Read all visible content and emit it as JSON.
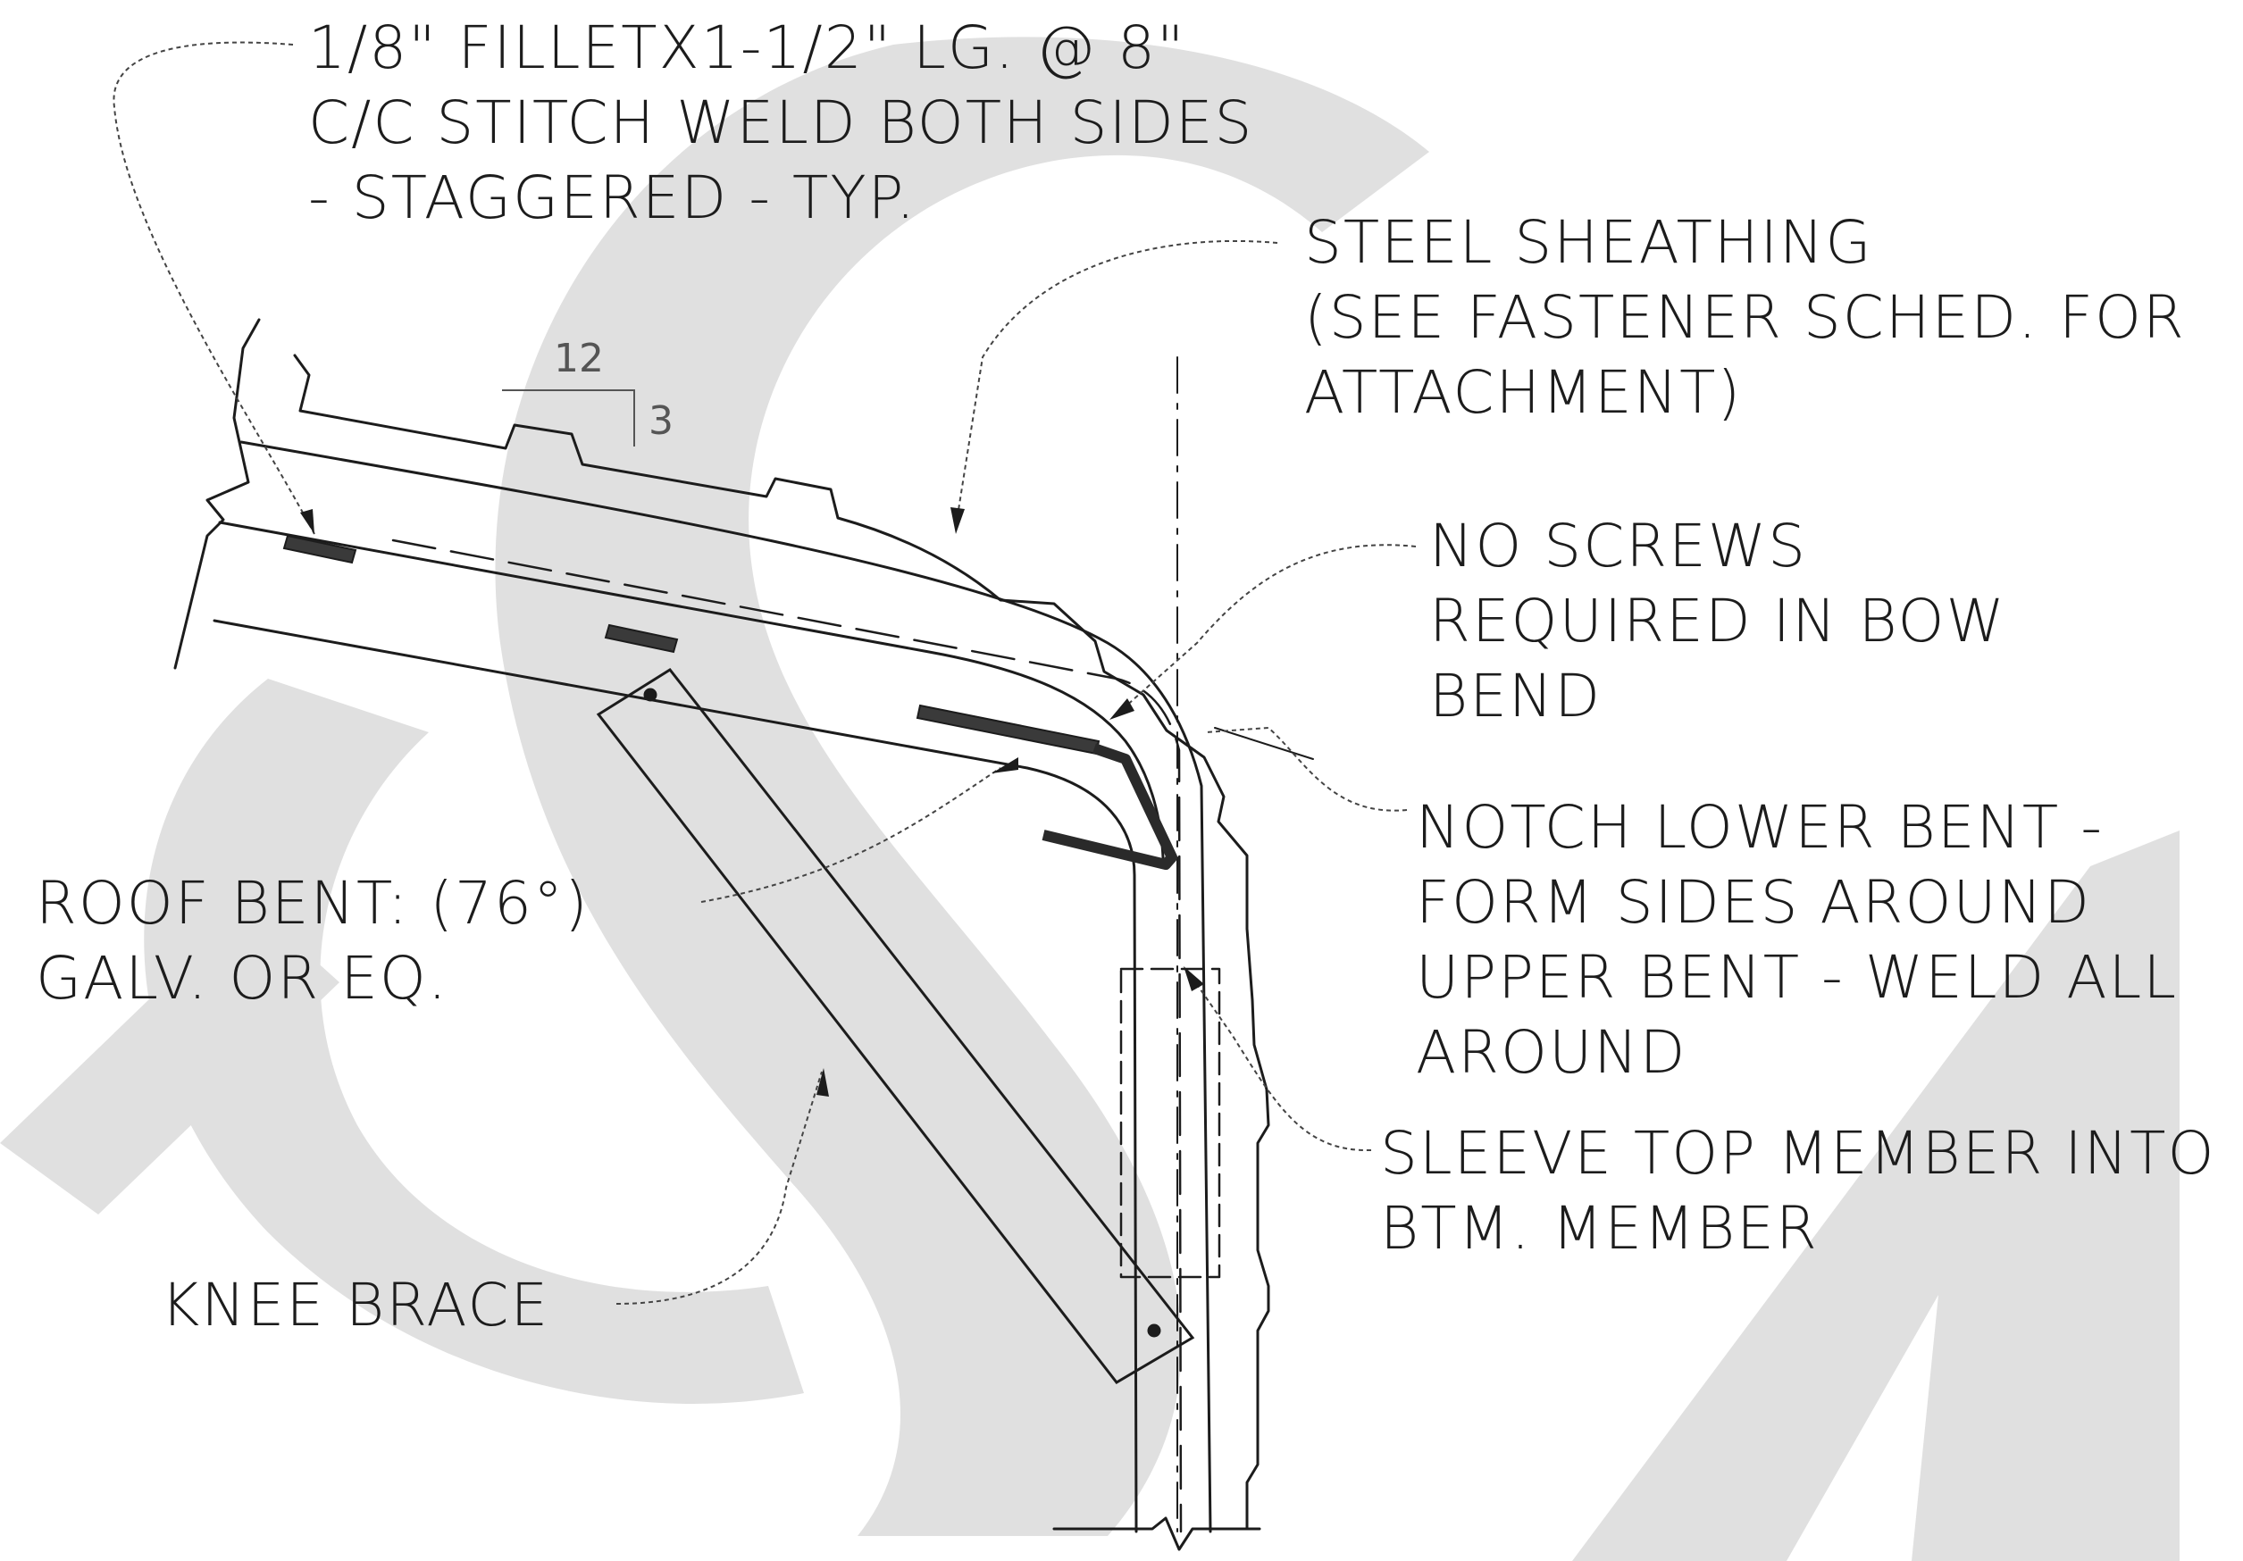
{
  "diagram": {
    "colors": {
      "line": "#1c1c1c",
      "watermark": "#e0e0e0",
      "weld": "#3a3a3a",
      "background": "#ffffff"
    },
    "slope": {
      "run": "12",
      "rise": "3"
    },
    "notes": {
      "stitch_weld": [
        "1/8\" FILLETX1-1/2\" LG. @ 8\"",
        "C/C STITCH WELD BOTH SIDES",
        "- STAGGERED - TYP."
      ],
      "steel_sheathing": [
        "STEEL SHEATHING",
        "(SEE FASTENER SCHED. FOR",
        "ATTACHMENT)"
      ],
      "no_screws": [
        "NO SCREWS",
        "REQUIRED IN BOW",
        "BEND"
      ],
      "notch": [
        "NOTCH LOWER BENT -",
        "FORM SIDES AROUND",
        "UPPER BENT - WELD ALL",
        "AROUND"
      ],
      "roof_bent": [
        "ROOF BENT: (76°)",
        "GALV. OR EQ."
      ],
      "sleeve": [
        "SLEEVE TOP MEMBER INTO",
        "BTM. MEMBER"
      ],
      "knee_brace": [
        "KNEE BRACE"
      ]
    }
  }
}
